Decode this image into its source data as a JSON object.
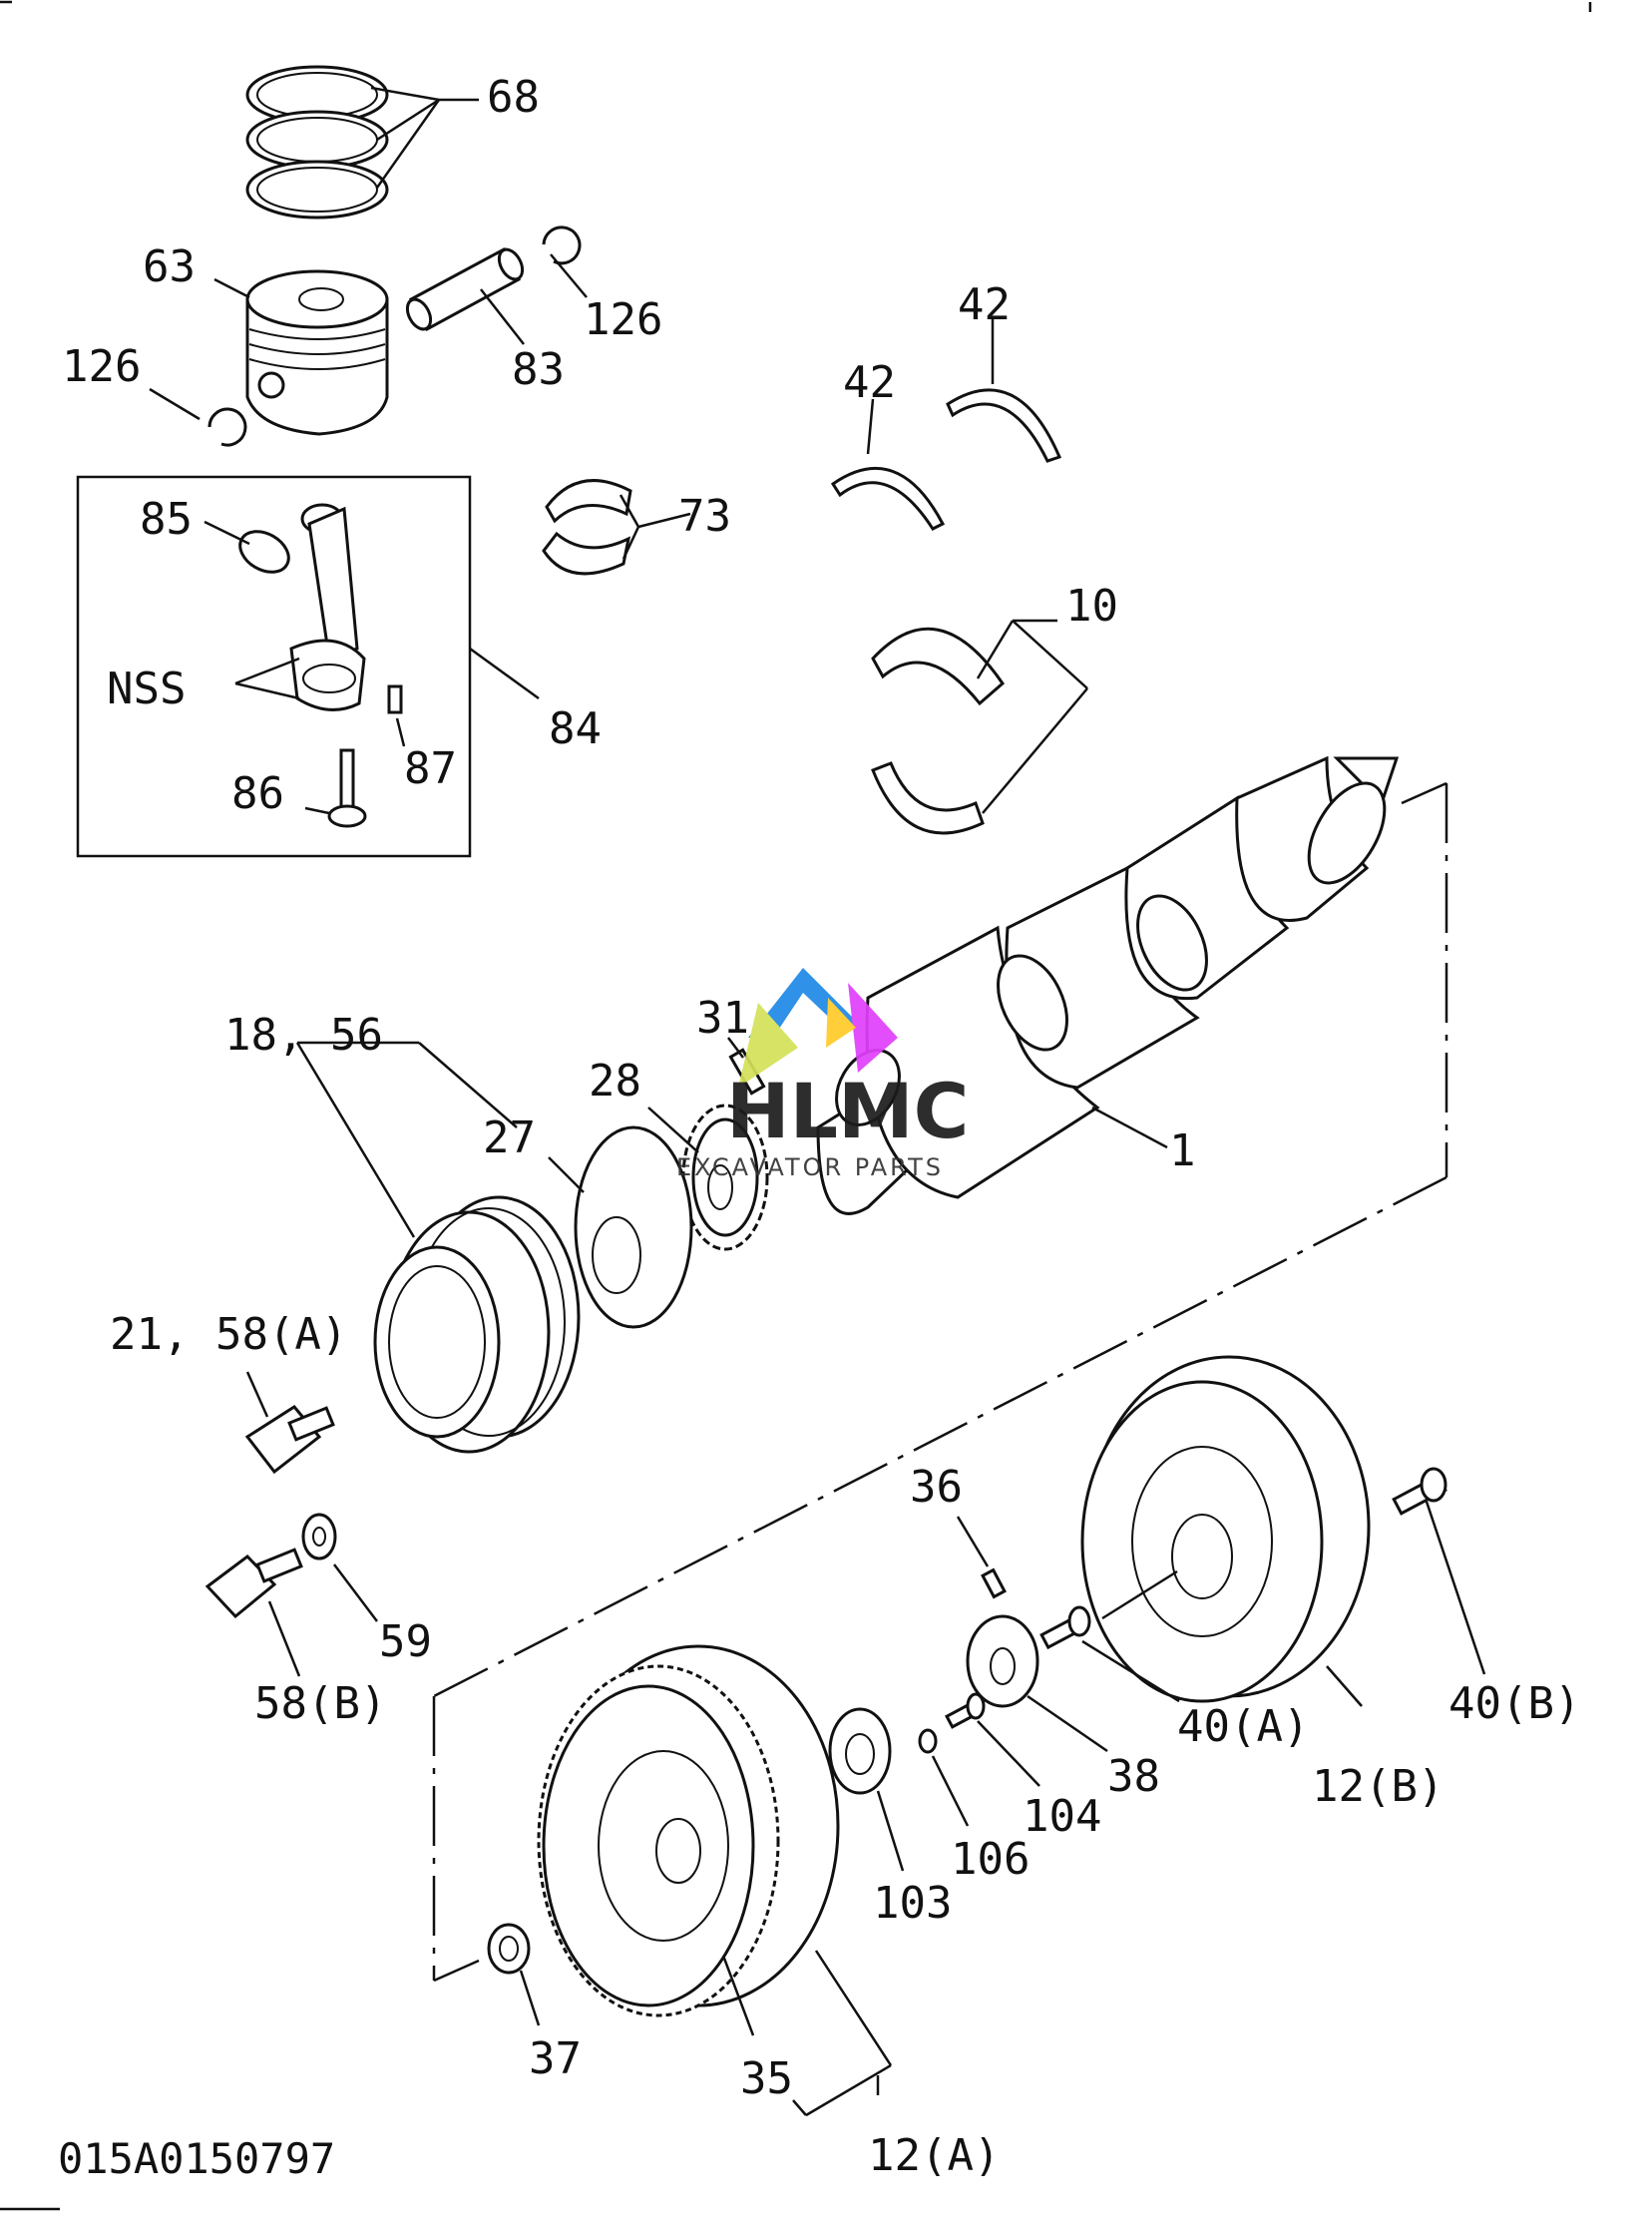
{
  "diagram": {
    "drawing_code": "015A0150797",
    "watermark": {
      "brand": "HLMC",
      "subtitle": "EXCAVATOR PARTS"
    },
    "callouts": {
      "p68": "68",
      "p63": "63",
      "p83": "83",
      "p126a": "126",
      "p126b": "126",
      "p42a": "42",
      "p42b": "42",
      "p73": "73",
      "p85": "85",
      "nss": "NSS",
      "p84": "84",
      "p87": "87",
      "p86": "86",
      "p10": "10",
      "p1": "1",
      "p31": "31",
      "p28": "28",
      "p27": "27",
      "p18_56": "18, 56",
      "p21_58a": "21, 58(A)",
      "p59": "59",
      "p58b": "58(B)",
      "p36": "36",
      "p40a": "40(A)",
      "p40b": "40(B)",
      "p38": "38",
      "p12b": "12(B)",
      "p104": "104",
      "p106": "106",
      "p103": "103",
      "p37": "37",
      "p35": "35",
      "p12a": "12(A)"
    }
  }
}
